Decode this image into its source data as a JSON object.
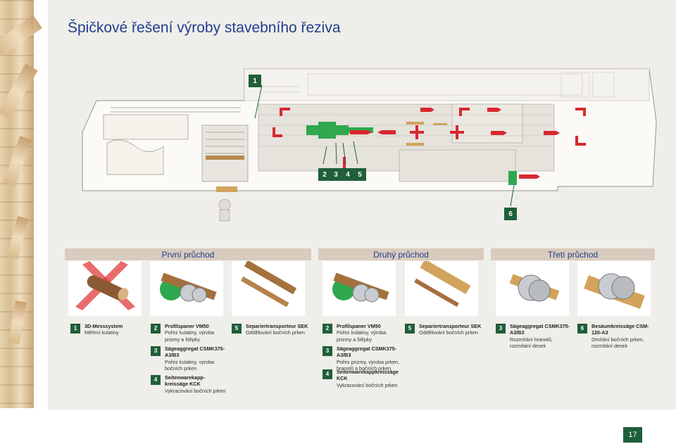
{
  "page": {
    "title": "Špičkové řešení výroby stavebního řeziva",
    "page_number": "17"
  },
  "plan": {
    "markers": [
      "1",
      "2",
      "3",
      "4",
      "5",
      "6"
    ]
  },
  "passes": [
    {
      "label": "První průchod"
    },
    {
      "label": "Druhý průchod"
    },
    {
      "label": "Třetí průchod"
    }
  ],
  "legend": {
    "col1": [
      {
        "num": "1",
        "name": "3D-Messsystem",
        "desc": "Měření kulatiny"
      }
    ],
    "col2": [
      {
        "num": "2",
        "name": "Profilspaner VM50",
        "desc": "Pořez kulatiny, výroba prizmy a štěpky"
      },
      {
        "num": "3",
        "name": "Sägeaggregat CSMK375-A3/B3",
        "desc": "Pořez kulatiny, výroba bočních prken"
      },
      {
        "num": "4",
        "name": "Seitenwarekapp-kreissäge KCK",
        "desc": "Vykracování bočních prken"
      }
    ],
    "col3": [
      {
        "num": "5",
        "name": "Separiertransporteur SEK",
        "desc": "Oddělování bočních prken"
      }
    ],
    "col4": [
      {
        "num": "2",
        "name": "Profilspaner VM50",
        "desc": "Pořez kulatiny, výroba prizmy a štěpky"
      },
      {
        "num": "3",
        "name": "Sägeaggregat CSMK375-A3/B3",
        "desc": "Pořez prizmy, výroba prken, hranolů a bočních prken"
      },
      {
        "num": "4",
        "name": "Seitenwarekappkreissäge KCK",
        "desc": "Vykracování bočních prken"
      }
    ],
    "col5": [
      {
        "num": "5",
        "name": "Separiertransporteur SEK",
        "desc": "Oddělování bočních prken"
      }
    ],
    "col6": [
      {
        "num": "3",
        "name": "Sägeaggregat CSMK375-A3/B3",
        "desc": "Rozmítání hranolů, rozmítání desek"
      }
    ],
    "col7": [
      {
        "num": "6",
        "name": "Besäumkreissäge CSM-120-A3",
        "desc": "Omítání bočních prken, rozmítání desek"
      }
    ]
  },
  "colors": {
    "accent": "#1f5f3a",
    "title": "#1f3f8f",
    "arrow": "#d7282f",
    "machine": "#2fa84f",
    "passbar": "#d9cbbd"
  }
}
